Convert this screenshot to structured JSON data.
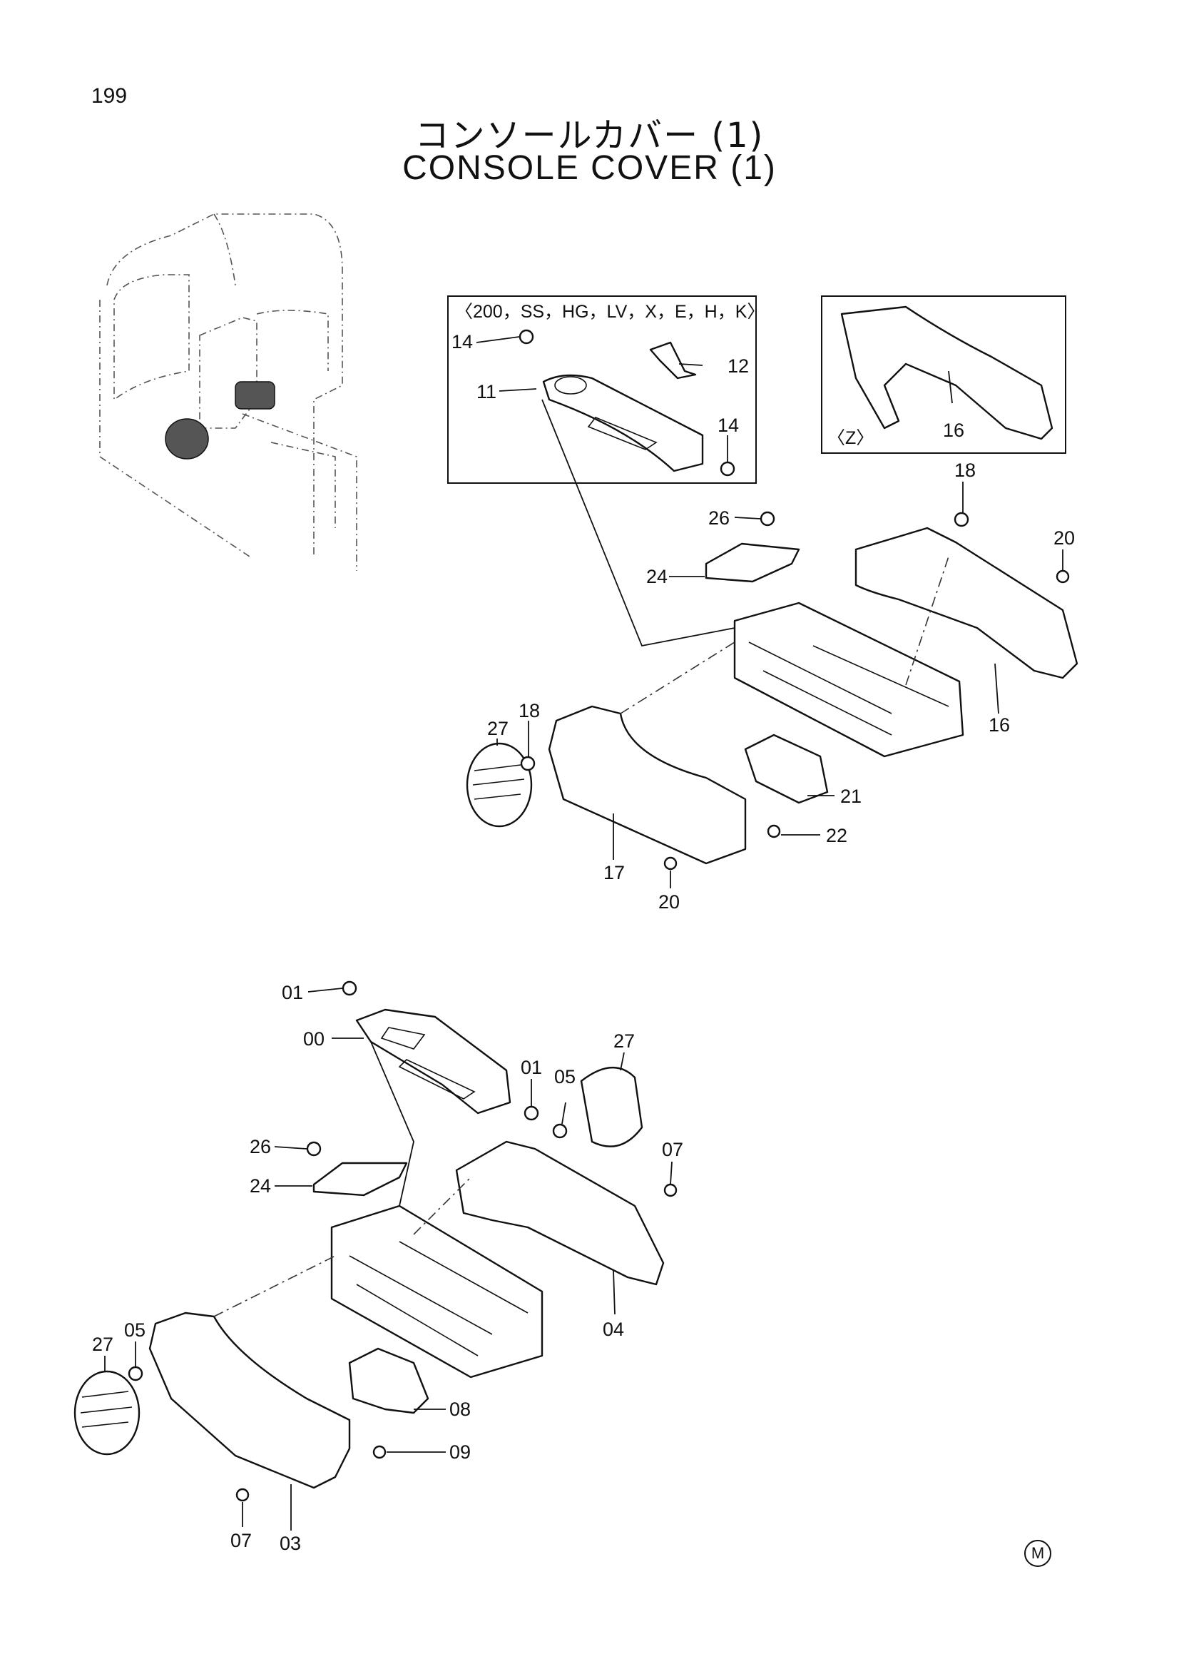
{
  "page_number": "199",
  "title_jp": "コンソールカバー (1)",
  "title_en": "CONSOLE COVER (1)",
  "inset_boxes": {
    "variants_label": "〈200，SS，HG，LV，X，E，H，K〉",
    "z_label": "〈Z〉"
  },
  "upper_callouts": [
    "14",
    "12",
    "11",
    "14",
    "16",
    "26",
    "18",
    "20",
    "24",
    "18",
    "27",
    "16",
    "21",
    "22",
    "17",
    "20"
  ],
  "lower_callouts": [
    "01",
    "00",
    "01",
    "05",
    "27",
    "26",
    "24",
    "07",
    "04",
    "05",
    "27",
    "08",
    "09",
    "07",
    "03"
  ],
  "corner_mark": "M"
}
